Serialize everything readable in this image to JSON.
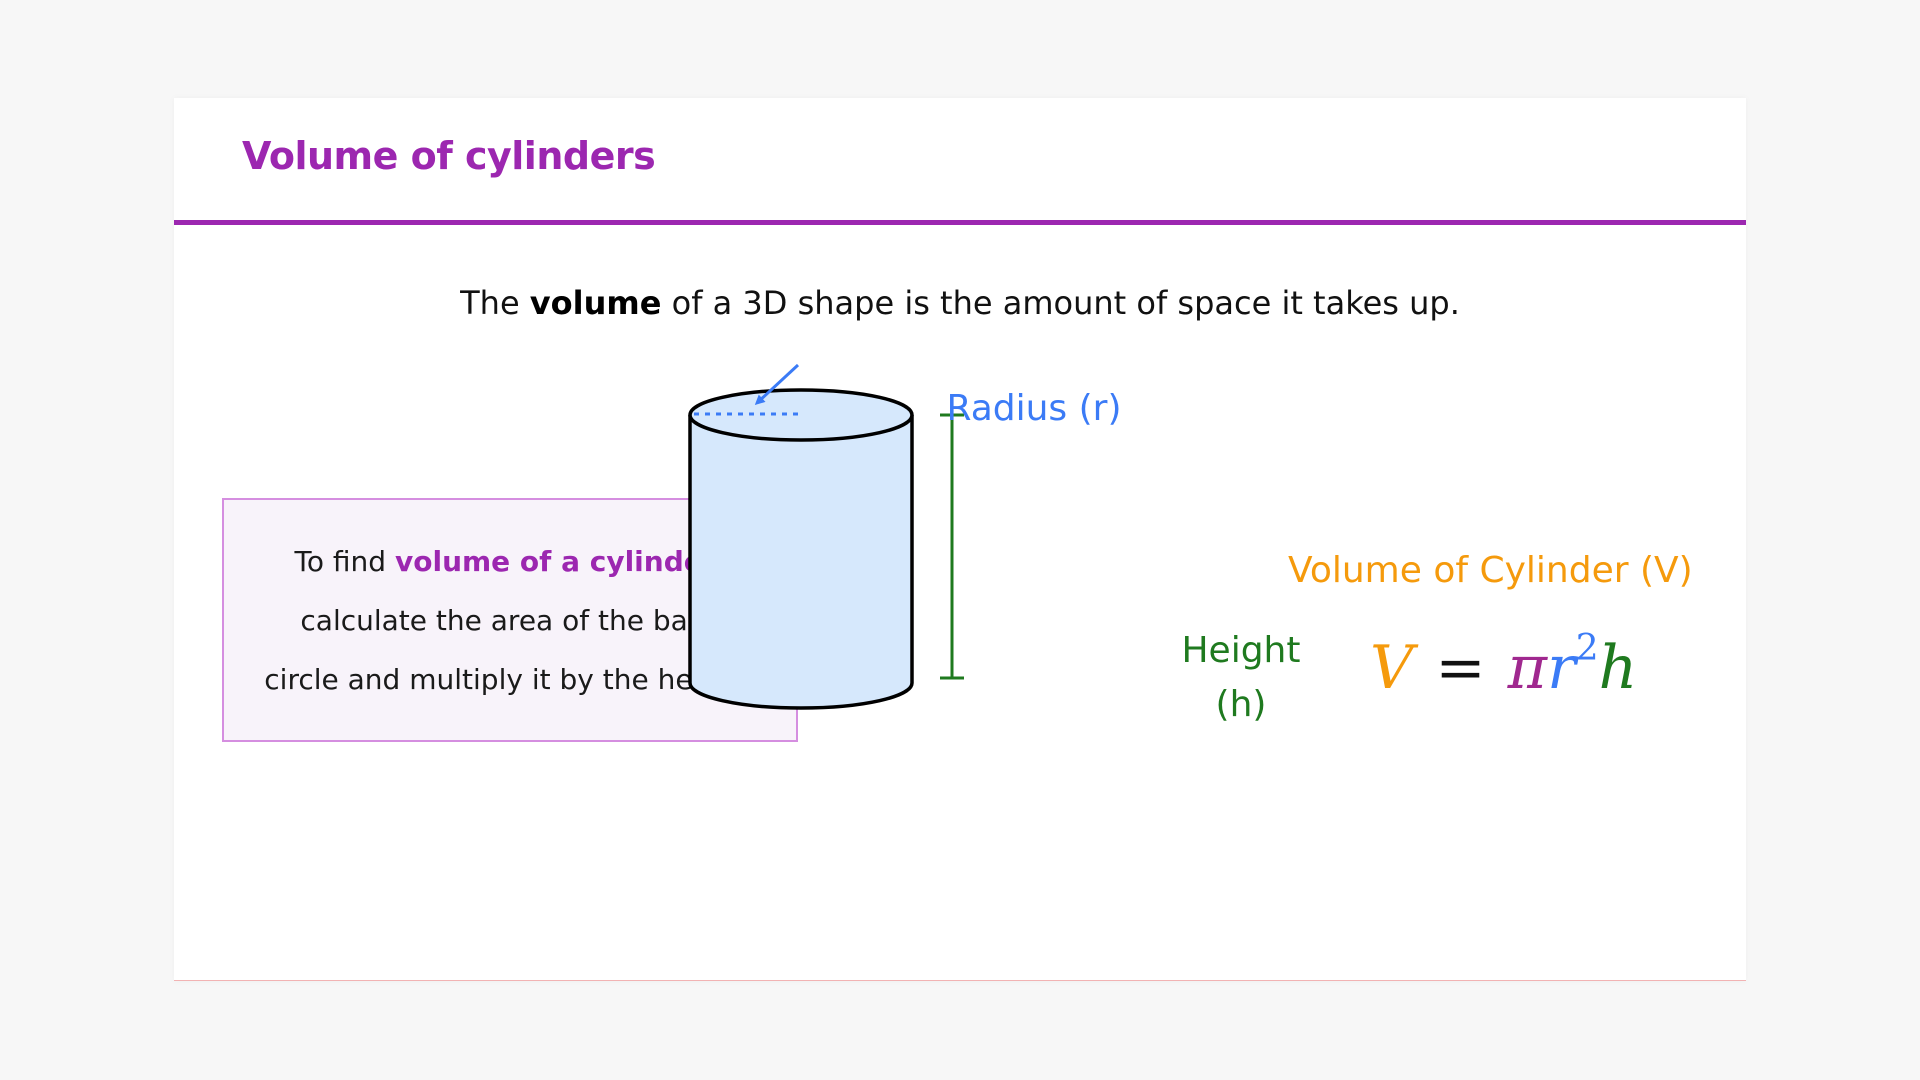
{
  "slide": {
    "title": "Volume of cylinders",
    "intro": {
      "prefix": "The ",
      "bold": "volume",
      "suffix": " of a 3D shape is the amount of space it takes up."
    }
  },
  "info_box": {
    "prefix": "To find ",
    "highlight": "volume of a cylinder",
    "line1_end": ",",
    "line2": "calculate the area of the base",
    "line3": "circle and multiply it by the height."
  },
  "diagram": {
    "radius_label": "Radius (r)",
    "height_label_line1": "Height",
    "height_label_line2": "(h)"
  },
  "formula": {
    "title": "Volume of Cylinder (V)",
    "v": "V",
    "eq": "=",
    "pi": "π",
    "r": "r",
    "exp": "2",
    "h": "h"
  },
  "colors": {
    "accent_purple": "#9c27b0",
    "radius_blue": "#3b7bf6",
    "height_green": "#1f7a1f",
    "volume_orange": "#f59a0c",
    "cylinder_fill": "#d6e8fc"
  }
}
